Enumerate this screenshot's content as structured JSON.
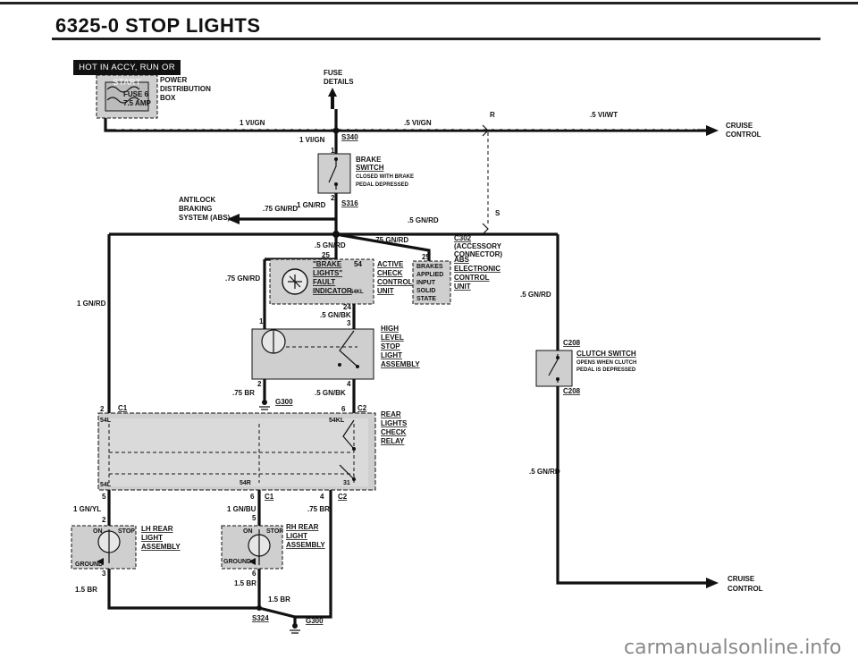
{
  "header": {
    "title": "6325-0   STOP LIGHTS"
  },
  "banner": {
    "text": "HOT IN ACCY, RUN OR START"
  },
  "watermark": {
    "text": "carmanualsonline.info"
  },
  "labels": {
    "power_dist": [
      "POWER",
      "DISTRIBUTION",
      "BOX"
    ],
    "fuse": [
      "FUSE 6",
      "7.5 AMP"
    ],
    "fuse_details": [
      "FUSE",
      "DETAILS"
    ],
    "wire_1vign_top": "1 VI/GN",
    "wire_5vign": ".5 VI/GN",
    "wire_r": "R",
    "wire_5viwt": ".5 VI/WT",
    "cruise_top": [
      "CRUISE",
      "CONTROL"
    ],
    "wire_1vign_s340": "1 VI/GN",
    "s340": "S340",
    "brake_switch": [
      "BRAKE",
      "SWITCH",
      "CLOSED WITH BRAKE",
      "PEDAL DEPRESSED"
    ],
    "pin1_brake": "1",
    "pin2_brake": "2",
    "antilock": [
      "ANTILOCK",
      "BRAKING",
      "SYSTEM (ABS)"
    ],
    "wire_75gnrd_abs": ".75 GN/RD",
    "wire_1gnrd_s316": "1 GN/RD",
    "s316": "S316",
    "wire_5gnrd_mid": ".5 GN/RD",
    "s_label": "S",
    "wire_75gnrd_c302": ".75 GN/RD",
    "c302": [
      "C302",
      "(ACCESSORY",
      "CONNECTOR)"
    ],
    "wire_5gnrd_module": ".5 GN/RD",
    "pin25a": "25",
    "pin25b": "25",
    "brake_lights_fault": [
      "\"BRAKE",
      "LIGHTS\"",
      "FAULT",
      "INDICATOR"
    ],
    "pin54": "54",
    "pin54kl": "54KL",
    "active_check": [
      "ACTIVE",
      "CHECK",
      "CONTROL",
      "UNIT"
    ],
    "brakes_applied": [
      "BRAKES",
      "APPLIED",
      "INPUT",
      "SOLID",
      "STATE"
    ],
    "abs_ecu": [
      "ABS",
      "ELECTRONIC",
      "CONTROL",
      "UNIT"
    ],
    "wire_75gnrd_left": ".75 GN/RD",
    "wire_5gnrd_right": ".5 GN/RD",
    "wire_1gnrd_left": "1 GN/RD",
    "pin24": "24",
    "wire_5gnbk_top": ".5 GN/BK",
    "pin1_hl": "1",
    "pin3_hl": "3",
    "high_level": [
      "HIGH",
      "LEVEL",
      "STOP",
      "LIGHT",
      "ASSEMBLY"
    ],
    "c208_top": "C208",
    "clutch_switch": [
      "CLUTCH SWITCH",
      "OPENS WHEN CLUTCH",
      "PEDAL IS DEPRESSED"
    ],
    "c208_bottom": "C208",
    "pin2_hl": "2",
    "pin4_hl": "4",
    "wire_75br_g300": ".75 BR",
    "g300_top": "G300",
    "wire_5gnbk_bottom": ".5 GN/BK",
    "pin2_c1": "2",
    "c1_top": "C1",
    "pin6_c2": "6",
    "c2_top": "C2",
    "pin54l": "54L",
    "pin54kl_relay": "54KL",
    "rear_lights": [
      "REAR",
      "LIGHTS",
      "CHECK",
      "RELAY"
    ],
    "wire_5gnrd_clutch": ".5 GN/RD",
    "pin54l_bottom": "54L",
    "pin54r": "54R",
    "pin31": "31",
    "pin5_c1": "5",
    "pin6_c1": "6",
    "c1_bottom": "C1",
    "pin4_c2": "4",
    "c2_bottom": "C2",
    "wire_1gnyl": "1 GN/YL",
    "wire_1gnbu": "1 GN/BU",
    "wire_75br_rh": ".75 BR",
    "pin2_lh": "2",
    "pin5_rh": "5",
    "lh_rear": [
      "LH REAR",
      "LIGHT",
      "ASSEMBLY"
    ],
    "rh_rear": [
      "RH REAR",
      "LIGHT",
      "ASSEMBLY"
    ],
    "on_lh": "ON",
    "stop_lh": "STOP",
    "on_rh": "ON",
    "stop_rh": "STOP",
    "ground_lh": "GROUND",
    "ground_rh": "GROUND",
    "pin3_lh": "3",
    "pin6_rh": "6",
    "wire_15br_lh": "1.5 BR",
    "wire_15br_rh": "1.5 BR",
    "wire_15br_bottom": "1.5 BR",
    "s324": "S324",
    "g300_bottom": "G300",
    "cruise_bottom": [
      "CRUISE",
      "CONTROL"
    ]
  }
}
